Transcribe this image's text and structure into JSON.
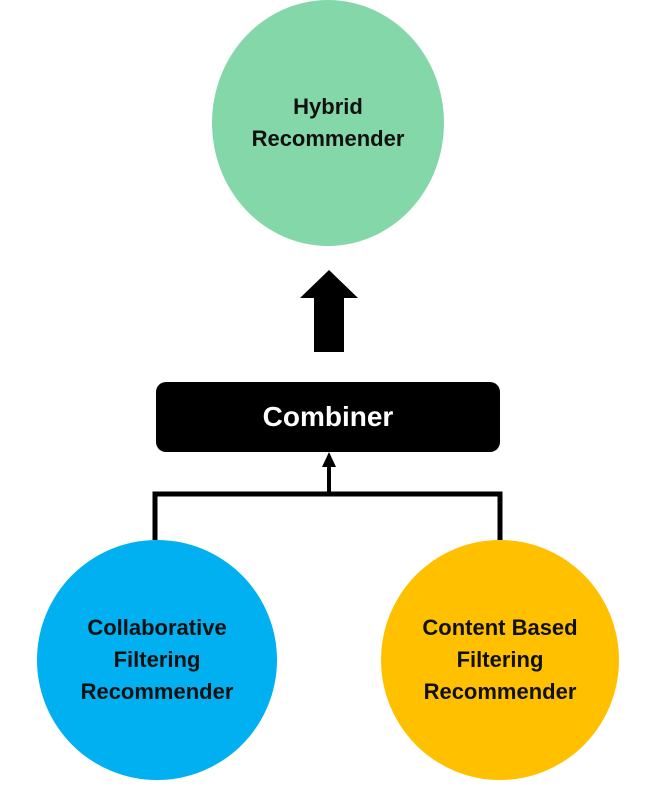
{
  "nodes": {
    "hybrid": {
      "label": "Hybrid\nRecommender",
      "color": "#84D7A9"
    },
    "combiner": {
      "label": "Combiner",
      "color": "#000000"
    },
    "collaborative": {
      "label": "Collaborative\nFiltering\nRecommender",
      "color": "#00B0F0"
    },
    "content_based": {
      "label": "Content Based\nFiltering\nRecommender",
      "color": "#FFC000"
    }
  },
  "edges": [
    {
      "from": "collaborative",
      "to": "combiner"
    },
    {
      "from": "content_based",
      "to": "combiner"
    },
    {
      "from": "combiner",
      "to": "hybrid"
    }
  ]
}
